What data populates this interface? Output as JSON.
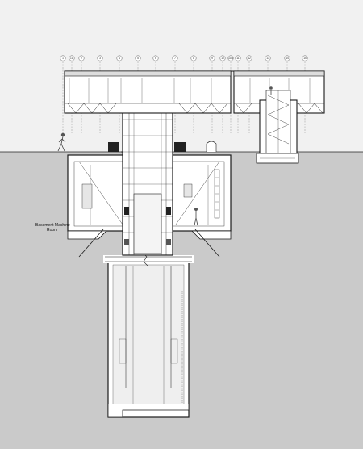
{
  "room_label": {
    "line1": "Basement Machine",
    "line2": "Room"
  },
  "grid_bubbles": [
    "1",
    "1A",
    "2",
    "3",
    "4",
    "5",
    "6",
    "7",
    "8",
    "9",
    "10",
    "10A",
    "11",
    "12",
    "13",
    "14",
    "15"
  ],
  "colors": {
    "sky": "#f1f1f1",
    "ground": "#cacaca",
    "line": "#1a1a1a",
    "room_fill": "#ffffff",
    "shaft_fill": "#efefef"
  }
}
